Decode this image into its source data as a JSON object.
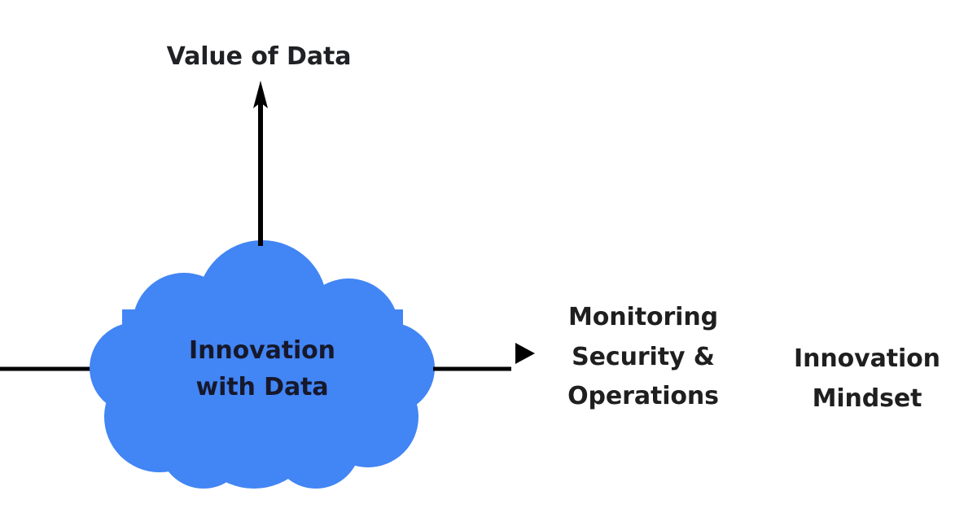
{
  "diagram": {
    "background_color": "#ffffff",
    "cloud": {
      "name": "Innovation with Data",
      "text": "Innovation\nwith Data",
      "fill_color": "#4285f4",
      "text_color": "#16182b"
    },
    "axis_label": {
      "text": "Value of Data",
      "color": "#202124"
    },
    "output_label": {
      "text": "Monitoring\nSecurity &\nOperations",
      "color": "#1f1f1f"
    },
    "side_label": {
      "text": "Innovation\nMindset",
      "color": "#1f1f1f"
    },
    "connectors": {
      "line_color": "#000000",
      "inflow_label": "horizontal-line-in",
      "outflow_label": "horizontal-line-out",
      "vertical_label": "vertical-arrow-up"
    }
  }
}
